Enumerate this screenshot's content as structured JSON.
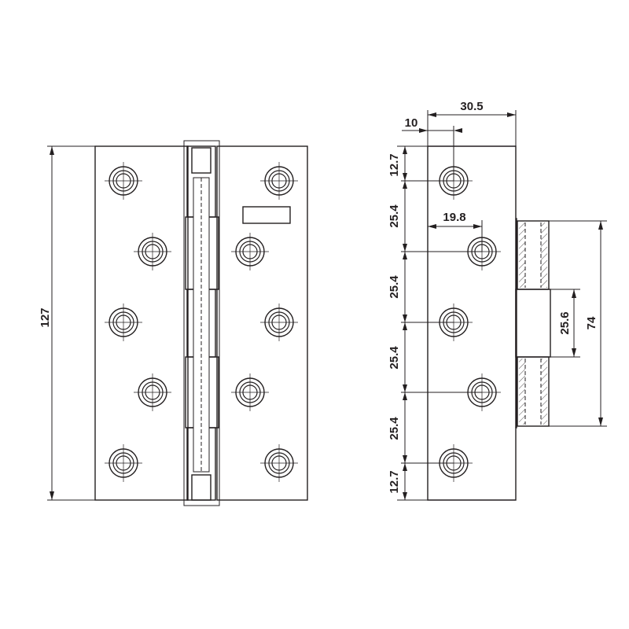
{
  "dimensions": {
    "overall_height": "127",
    "overall_width": "30.5",
    "edge_offset": "10",
    "center_offset": "19.8",
    "end_spacing_top": "12.7",
    "spacing_1": "25.4",
    "spacing_2": "25.4",
    "spacing_3": "25.4",
    "spacing_4": "25.4",
    "end_spacing_bottom": "12.7",
    "knuckle_middle": "25.6",
    "knuckle_total": "74"
  },
  "colors": {
    "line": "#231f20",
    "background": "#ffffff"
  }
}
